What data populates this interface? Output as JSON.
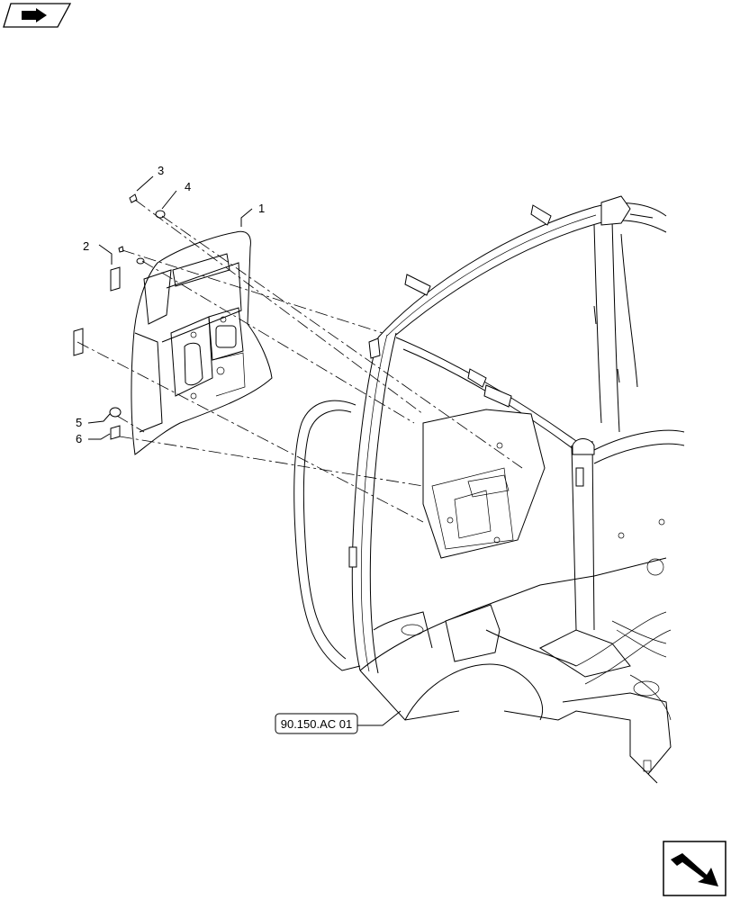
{
  "callouts": [
    {
      "id": "1",
      "label": "1"
    },
    {
      "id": "2",
      "label": "2"
    },
    {
      "id": "3",
      "label": "3"
    },
    {
      "id": "4",
      "label": "4"
    },
    {
      "id": "5",
      "label": "5"
    },
    {
      "id": "6",
      "label": "6"
    }
  ],
  "reference_label": "90.150.AC 01",
  "icons": {
    "top_left": "previous-page-arrow-icon",
    "bottom_right": "next-page-arrow-icon"
  }
}
